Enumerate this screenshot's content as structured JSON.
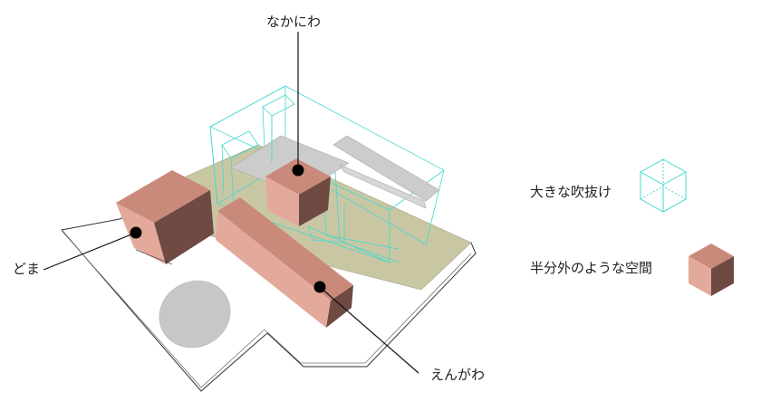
{
  "labels": {
    "nakaniwa": "なかにわ",
    "doma": "どま",
    "engawa": "えんがわ"
  },
  "legend": {
    "void": "大きな吹抜け",
    "semi_outdoor": "半分外のような空間"
  },
  "colors": {
    "void_wire": "#40d8d0",
    "box_top": "#c98a7c",
    "box_left": "#e3aa9c",
    "box_right": "#6e4a42",
    "ground": "#c9c7a3",
    "roof_plate": "#cccccc",
    "pond": "#c7c7c7",
    "outline": "#333333",
    "marker": "#000000"
  }
}
